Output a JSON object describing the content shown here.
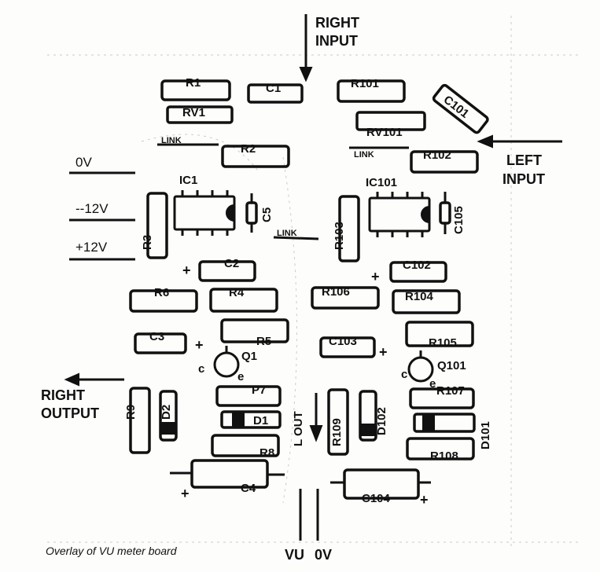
{
  "caption": "Overlay of VU meter board",
  "io": {
    "right_input": [
      "RIGHT",
      "INPUT"
    ],
    "left_input": [
      "LEFT",
      "INPUT"
    ],
    "right_output": [
      "RIGHT",
      "OUTPUT"
    ],
    "l_out": "L OUT",
    "vu": "VU",
    "zero_v": "0V"
  },
  "rails": {
    "zero": "0V",
    "neg": "--12V",
    "pos": "+12V"
  },
  "links": [
    "LINK",
    "LINK",
    "LINK"
  ],
  "plus": "+",
  "components": {
    "R1": "R1",
    "RV1": "RV1",
    "C1": "C1",
    "R101": "R101",
    "C101": "C101",
    "RV101": "RV101",
    "R2": "R2",
    "R102": "R102",
    "IC1": "IC1",
    "IC101": "IC101",
    "C5": "C5",
    "C105": "C105",
    "R3": "R3",
    "R103": "R103",
    "C2": "C2",
    "C102": "C102",
    "R6": "R6",
    "R4": "R4",
    "R106": "R106",
    "R104": "R104",
    "C3": "C3",
    "R5": "R5",
    "C103": "C103",
    "R105": "R105",
    "Q1": "Q1",
    "Q101": "Q101",
    "c": "c",
    "e": "e",
    "R9": "R9",
    "D2": "D2",
    "P7": "P7",
    "D1": "D1",
    "R8": "R8",
    "R109": "R109",
    "D102": "D102",
    "R107": "R107",
    "D101": "D101",
    "R108": "R108",
    "C4": "C4",
    "C104": "C104"
  }
}
